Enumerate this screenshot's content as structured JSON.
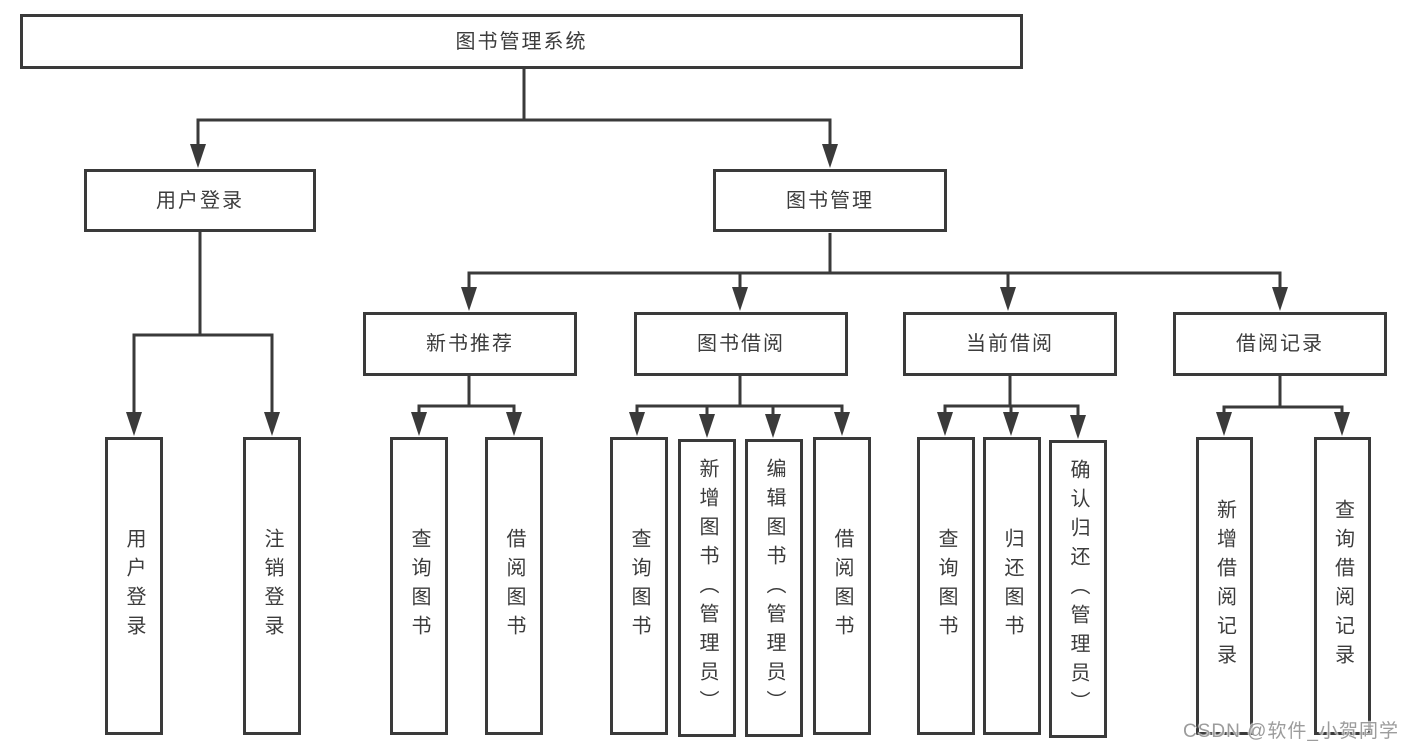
{
  "colors": {
    "line": "#3a3a3a",
    "text": "#3c3c3c",
    "watermark": "#9c9c9c",
    "background": "#ffffff"
  },
  "watermark": {
    "text": "CSDN @软件_小贺同学"
  },
  "tree": {
    "root": {
      "label": "图书管理系统",
      "children": [
        {
          "label": "用户登录",
          "children": [
            {
              "label": "用户登录"
            },
            {
              "label": "注销登录"
            }
          ]
        },
        {
          "label": "图书管理",
          "children": [
            {
              "label": "新书推荐",
              "children": [
                {
                  "label": "查询图书"
                },
                {
                  "label": "借阅图书"
                }
              ]
            },
            {
              "label": "图书借阅",
              "children": [
                {
                  "label": "查询图书"
                },
                {
                  "label": "新增图书（管理员）"
                },
                {
                  "label": "编辑图书（管理员）"
                },
                {
                  "label": "借阅图书"
                }
              ]
            },
            {
              "label": "当前借阅",
              "children": [
                {
                  "label": "查询图书"
                },
                {
                  "label": "归还图书"
                },
                {
                  "label": "确认归还（管理员）"
                }
              ]
            },
            {
              "label": "借阅记录",
              "children": [
                {
                  "label": "新增借阅记录"
                },
                {
                  "label": "查询借阅记录"
                }
              ]
            }
          ]
        }
      ]
    }
  }
}
